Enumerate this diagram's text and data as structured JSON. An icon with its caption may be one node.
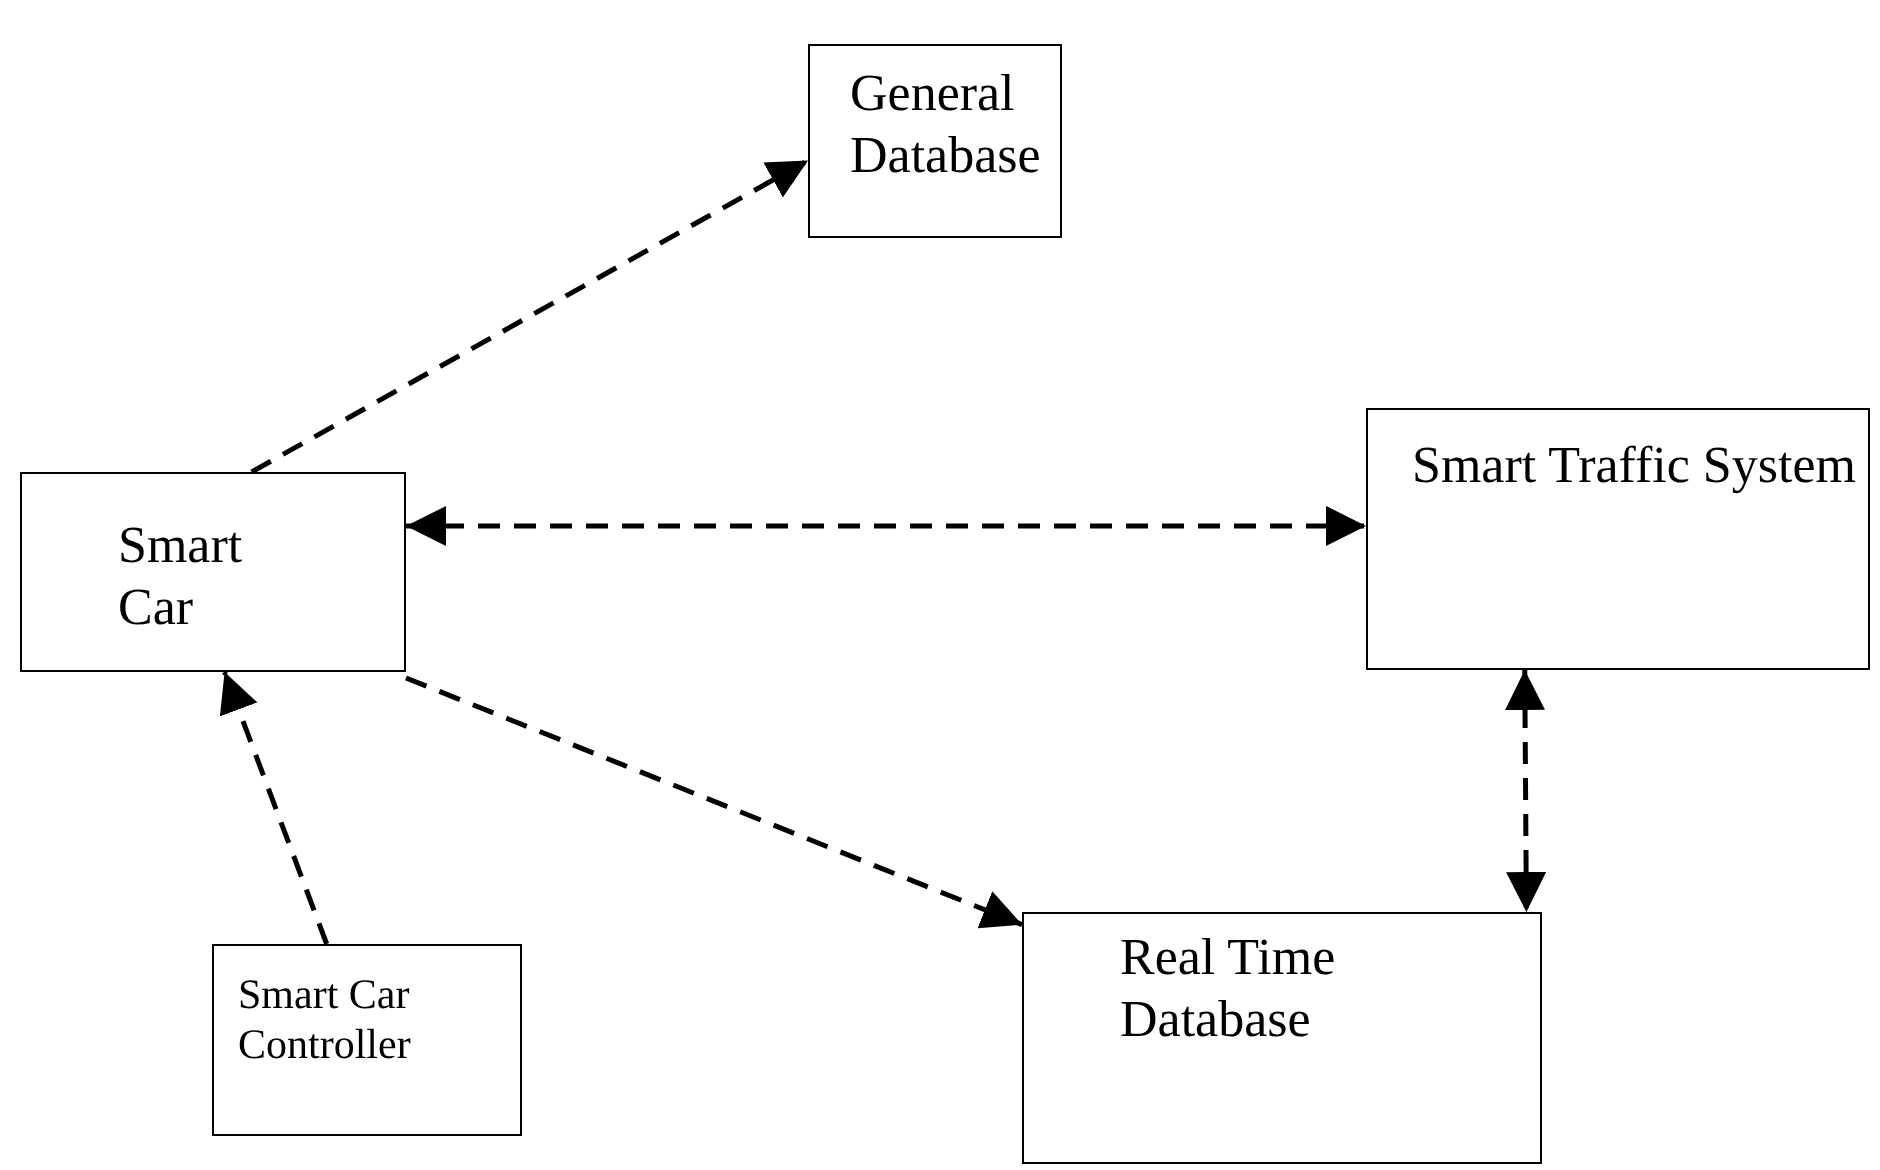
{
  "diagram": {
    "nodes": [
      {
        "text": [
          "General Database"
        ]
      },
      {
        "text": [
          "Smart Car"
        ]
      },
      {
        "text": [
          "Smart Traffic System"
        ]
      },
      {
        "text": [
          "Real Time Database"
        ]
      },
      {
        "text": [
          "Smart Car Controller"
        ]
      }
    ],
    "edges": [
      {
        "from": 1,
        "to": 0,
        "arrow": "to",
        "style": "dashed"
      },
      {
        "from": 1,
        "to": 2,
        "arrow": "both",
        "style": "dashed"
      },
      {
        "from": 1,
        "to": 3,
        "arrow": "to",
        "style": "dashed"
      },
      {
        "from": 2,
        "to": 3,
        "arrow": "both",
        "style": "dashed"
      },
      {
        "from": 4,
        "to": 1,
        "arrow": "to",
        "style": "dashed"
      }
    ]
  }
}
